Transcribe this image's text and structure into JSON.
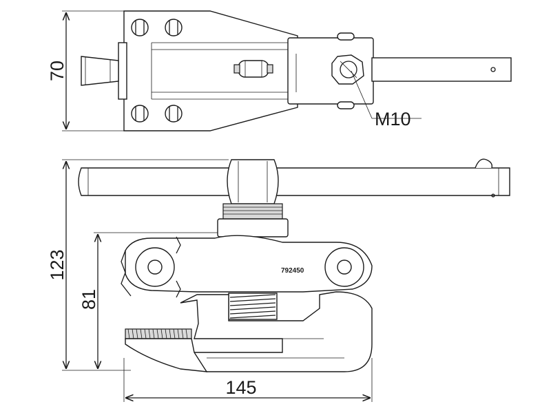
{
  "drawing": {
    "dimensions": {
      "top_height": "70",
      "side_height": "123",
      "jaw_height": "81",
      "width": "145"
    },
    "thread_label": "M10",
    "part_number": "792450",
    "colors": {
      "line": "#1a1a1a",
      "shade": "#d9d9d9",
      "background": "#ffffff"
    }
  }
}
